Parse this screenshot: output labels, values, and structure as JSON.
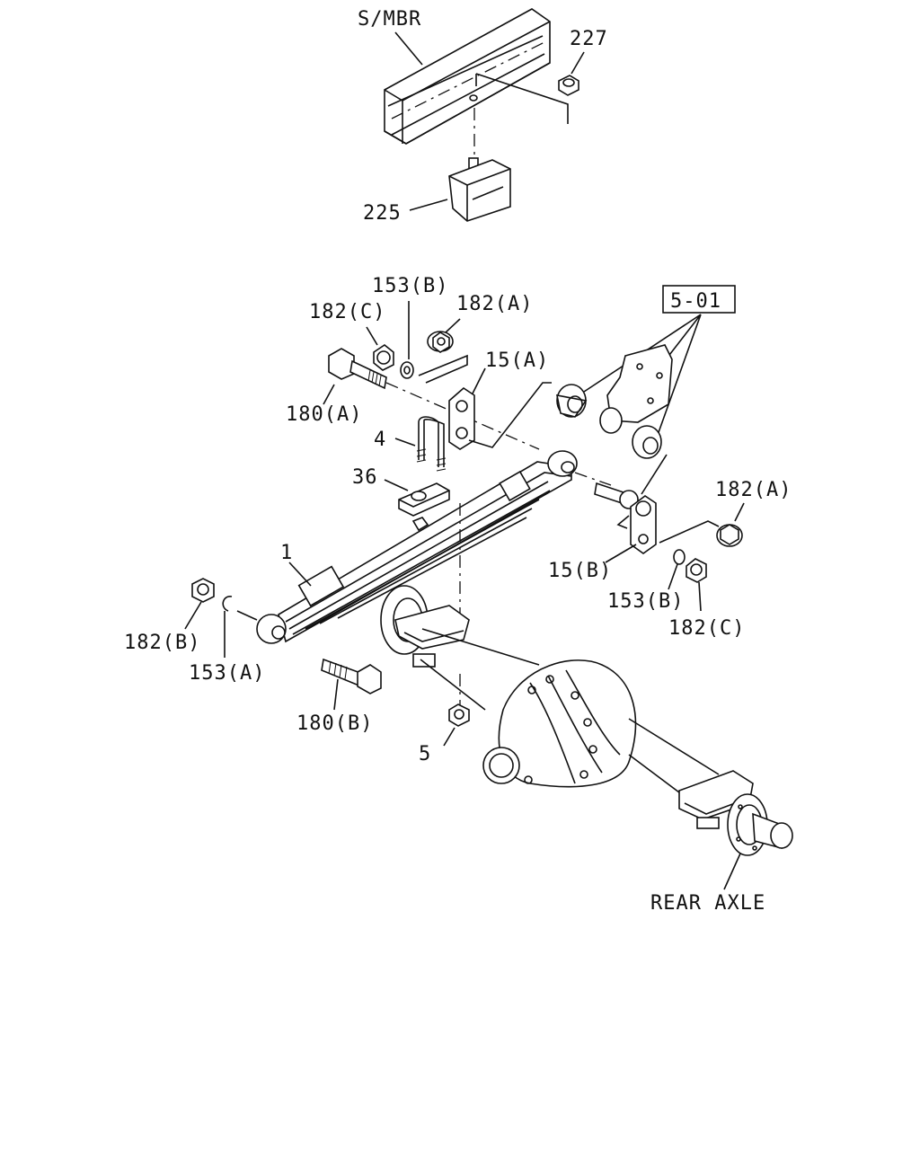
{
  "labels": {
    "smbr": "S/MBR",
    "p227": "227",
    "p225": "225",
    "p153b_top": "153(B)",
    "p182c_top": "182(C)",
    "p182a_top": "182(A)",
    "p501": "5-01",
    "p15a": "15(A)",
    "p180a": "180(A)",
    "p4": "4",
    "p36": "36",
    "p182a_right": "182(A)",
    "p1": "1",
    "p15b": "15(B)",
    "p153b_right": "153(B)",
    "p182c_right": "182(C)",
    "p182b": "182(B)",
    "p153a": "153(A)",
    "p180b": "180(B)",
    "p5": "5",
    "rear_axle": "REAR AXLE"
  }
}
